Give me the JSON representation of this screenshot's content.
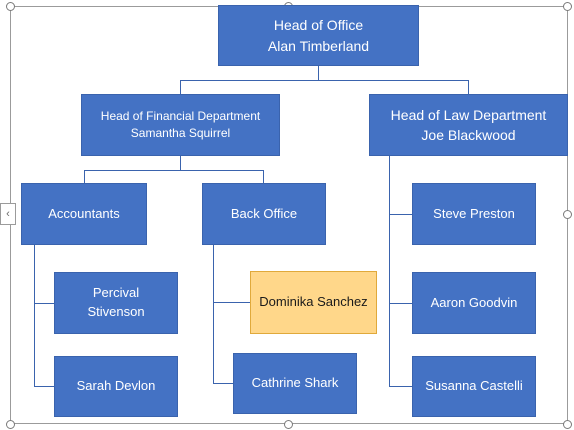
{
  "colors": {
    "node_fill": "#4472c4",
    "node_selected_fill": "#ffd78a",
    "connector": "#3a63ad",
    "text_light": "#ffffff",
    "text_dark": "#1a1a1a"
  },
  "icons": {
    "collapse_tab": "chevron-left-icon"
  },
  "side_tab": {
    "glyph": "‹"
  },
  "org_chart": {
    "head": {
      "title": "Head of Office",
      "name": "Alan Timberland"
    },
    "financial": {
      "title": "Head of Financial Department",
      "name": "Samantha Squirrel"
    },
    "law": {
      "title": "Head of Law Department",
      "name": "Joe Blackwood"
    },
    "accountants": {
      "label": "Accountants"
    },
    "back_office": {
      "label": "Back Office"
    },
    "percival": {
      "line1": "Percival",
      "line2": "Stivenson"
    },
    "sarah": {
      "label": "Sarah Devlon"
    },
    "dominika": {
      "label": "Dominika Sanchez"
    },
    "cathrine": {
      "label": "Cathrine Shark"
    },
    "steve": {
      "label": "Steve Preston"
    },
    "aaron": {
      "label": "Aaron Goodvin"
    },
    "susanna": {
      "label": "Susanna Castelli"
    }
  }
}
